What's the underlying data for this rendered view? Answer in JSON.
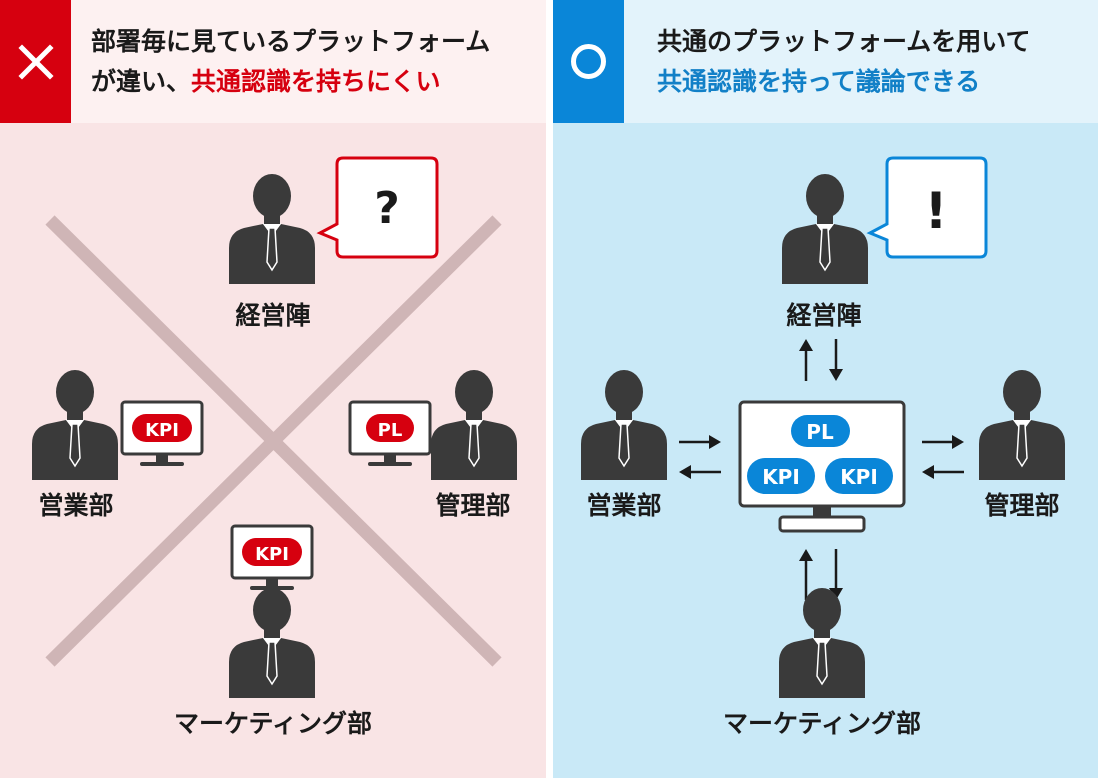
{
  "left_panel": {
    "heading_line1": "部署毎に見ているプラットフォーム",
    "heading_line2_prefix": "が違い、",
    "heading_line2_emphasis": "共通認識を持ちにくい",
    "bubble_mark": "?",
    "executive_label": "経営陣",
    "sales_label": "営業部",
    "admin_label": "管理部",
    "marketing_label": "マーケティング部",
    "sales_monitor_tag": "KPI",
    "admin_monitor_tag": "PL",
    "marketing_monitor_tag": "KPI"
  },
  "right_panel": {
    "heading_line1": "共通のプラットフォームを用いて",
    "heading_line2": "共通認識を持って議論できる",
    "bubble_mark": "!",
    "executive_label": "経営陣",
    "sales_label": "営業部",
    "admin_label": "管理部",
    "marketing_label": "マーケティング部",
    "shared_tag_top": "PL",
    "shared_tag_left": "KPI",
    "shared_tag_right": "KPI"
  },
  "colors": {
    "red_accent": "#d6000f",
    "blue_accent": "#0a86d8",
    "left_bg": "#f9e4e5",
    "right_bg": "#c9e9f7",
    "person": "#3a3a3a"
  },
  "icons": {
    "bad_badge": "cross-icon",
    "good_badge": "circle-icon",
    "person": "business-person-icon",
    "monitor": "monitor-icon"
  }
}
